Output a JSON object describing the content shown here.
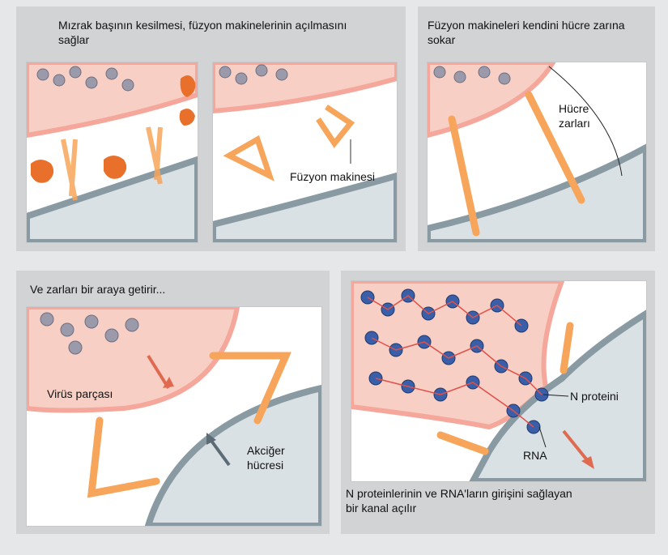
{
  "panels": {
    "p1": {
      "caption": "Mızrak başının kesilmesi, füzyon makinelerinin açılmasını sağlar",
      "label_fusion_machine": "Füzyon makinesi"
    },
    "p2": {
      "caption": "Füzyon makineleri kendini hücre zarına sokar",
      "label_membranes": "Hücre zarları"
    },
    "p3": {
      "caption": "Ve zarları bir araya getirir...",
      "label_virus": "Virüs parçası",
      "label_lung_cell": "Akciğer hücresi"
    },
    "p4": {
      "caption": "N proteinlerinin ve RNA'ların girişini sağlayan bir kanal açılır",
      "label_n_protein": "N proteini",
      "label_rna": "RNA"
    }
  },
  "colors": {
    "virus_membrane": "#f4a79a",
    "virus_fill": "#f8cfc4",
    "cell_membrane": "#8a9aa3",
    "cell_fill": "#d9e1e5",
    "fusion_protein": "#f7a55a",
    "spike_head": "#e8702a",
    "n_protein": "#3a5fa8",
    "rna": "#e0504a",
    "arrow": "#e06a50"
  }
}
